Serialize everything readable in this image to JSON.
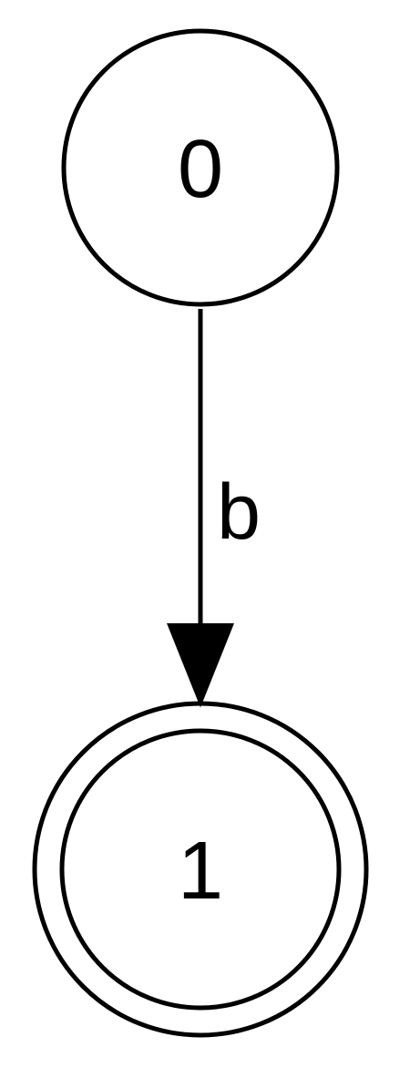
{
  "diagram": {
    "type": "finite-automaton",
    "nodes": [
      {
        "id": "0",
        "label": "0",
        "accepting": false
      },
      {
        "id": "1",
        "label": "1",
        "accepting": true
      }
    ],
    "edges": [
      {
        "from": "0",
        "to": "1",
        "label": "b"
      }
    ],
    "colors": {
      "stroke": "#000000",
      "background": "#ffffff"
    }
  }
}
